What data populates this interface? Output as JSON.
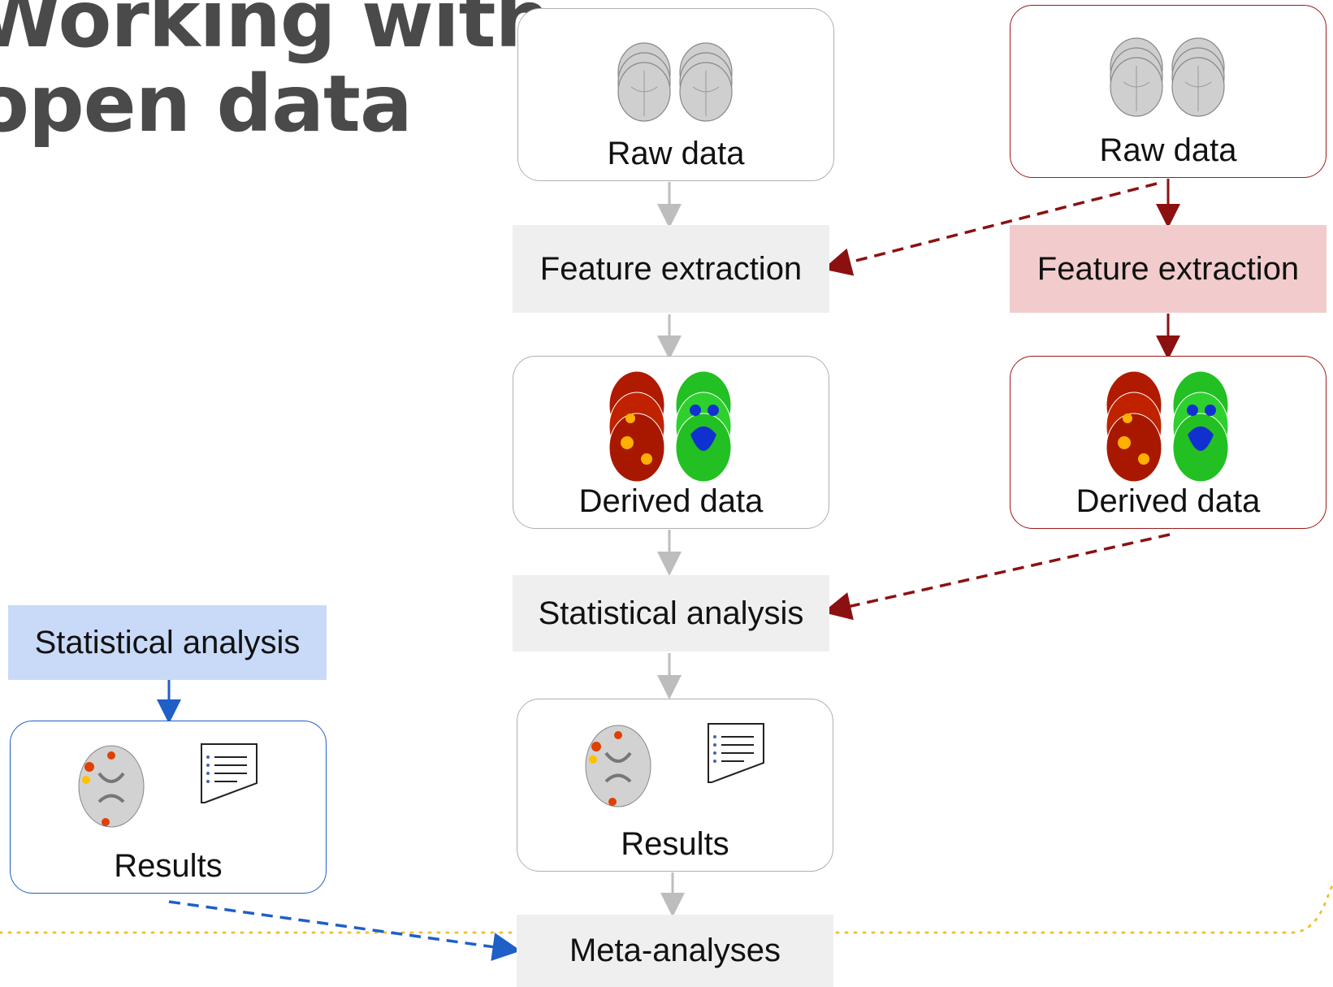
{
  "title": {
    "line1": "Working with",
    "line2": "open data"
  },
  "center": {
    "raw": "Raw data",
    "feature": "Feature extraction",
    "derived": "Derived data",
    "stats": "Statistical analysis",
    "results": "Results",
    "meta": "Meta-analyses"
  },
  "right": {
    "raw": "Raw data",
    "feature": "Feature extraction",
    "derived": "Derived data"
  },
  "left": {
    "stats": "Statistical analysis",
    "results": "Results"
  },
  "colors": {
    "gray": "#bdbdbd",
    "red": "#8b1111",
    "blue": "#1f5fc8",
    "pink": "#f2cccc",
    "lightblue": "#c9daf8",
    "step_gray": "#efefef",
    "gold": "#f1c232"
  },
  "icons": [
    "brain-scan-icon",
    "activation-map-icon",
    "results-table-icon"
  ]
}
